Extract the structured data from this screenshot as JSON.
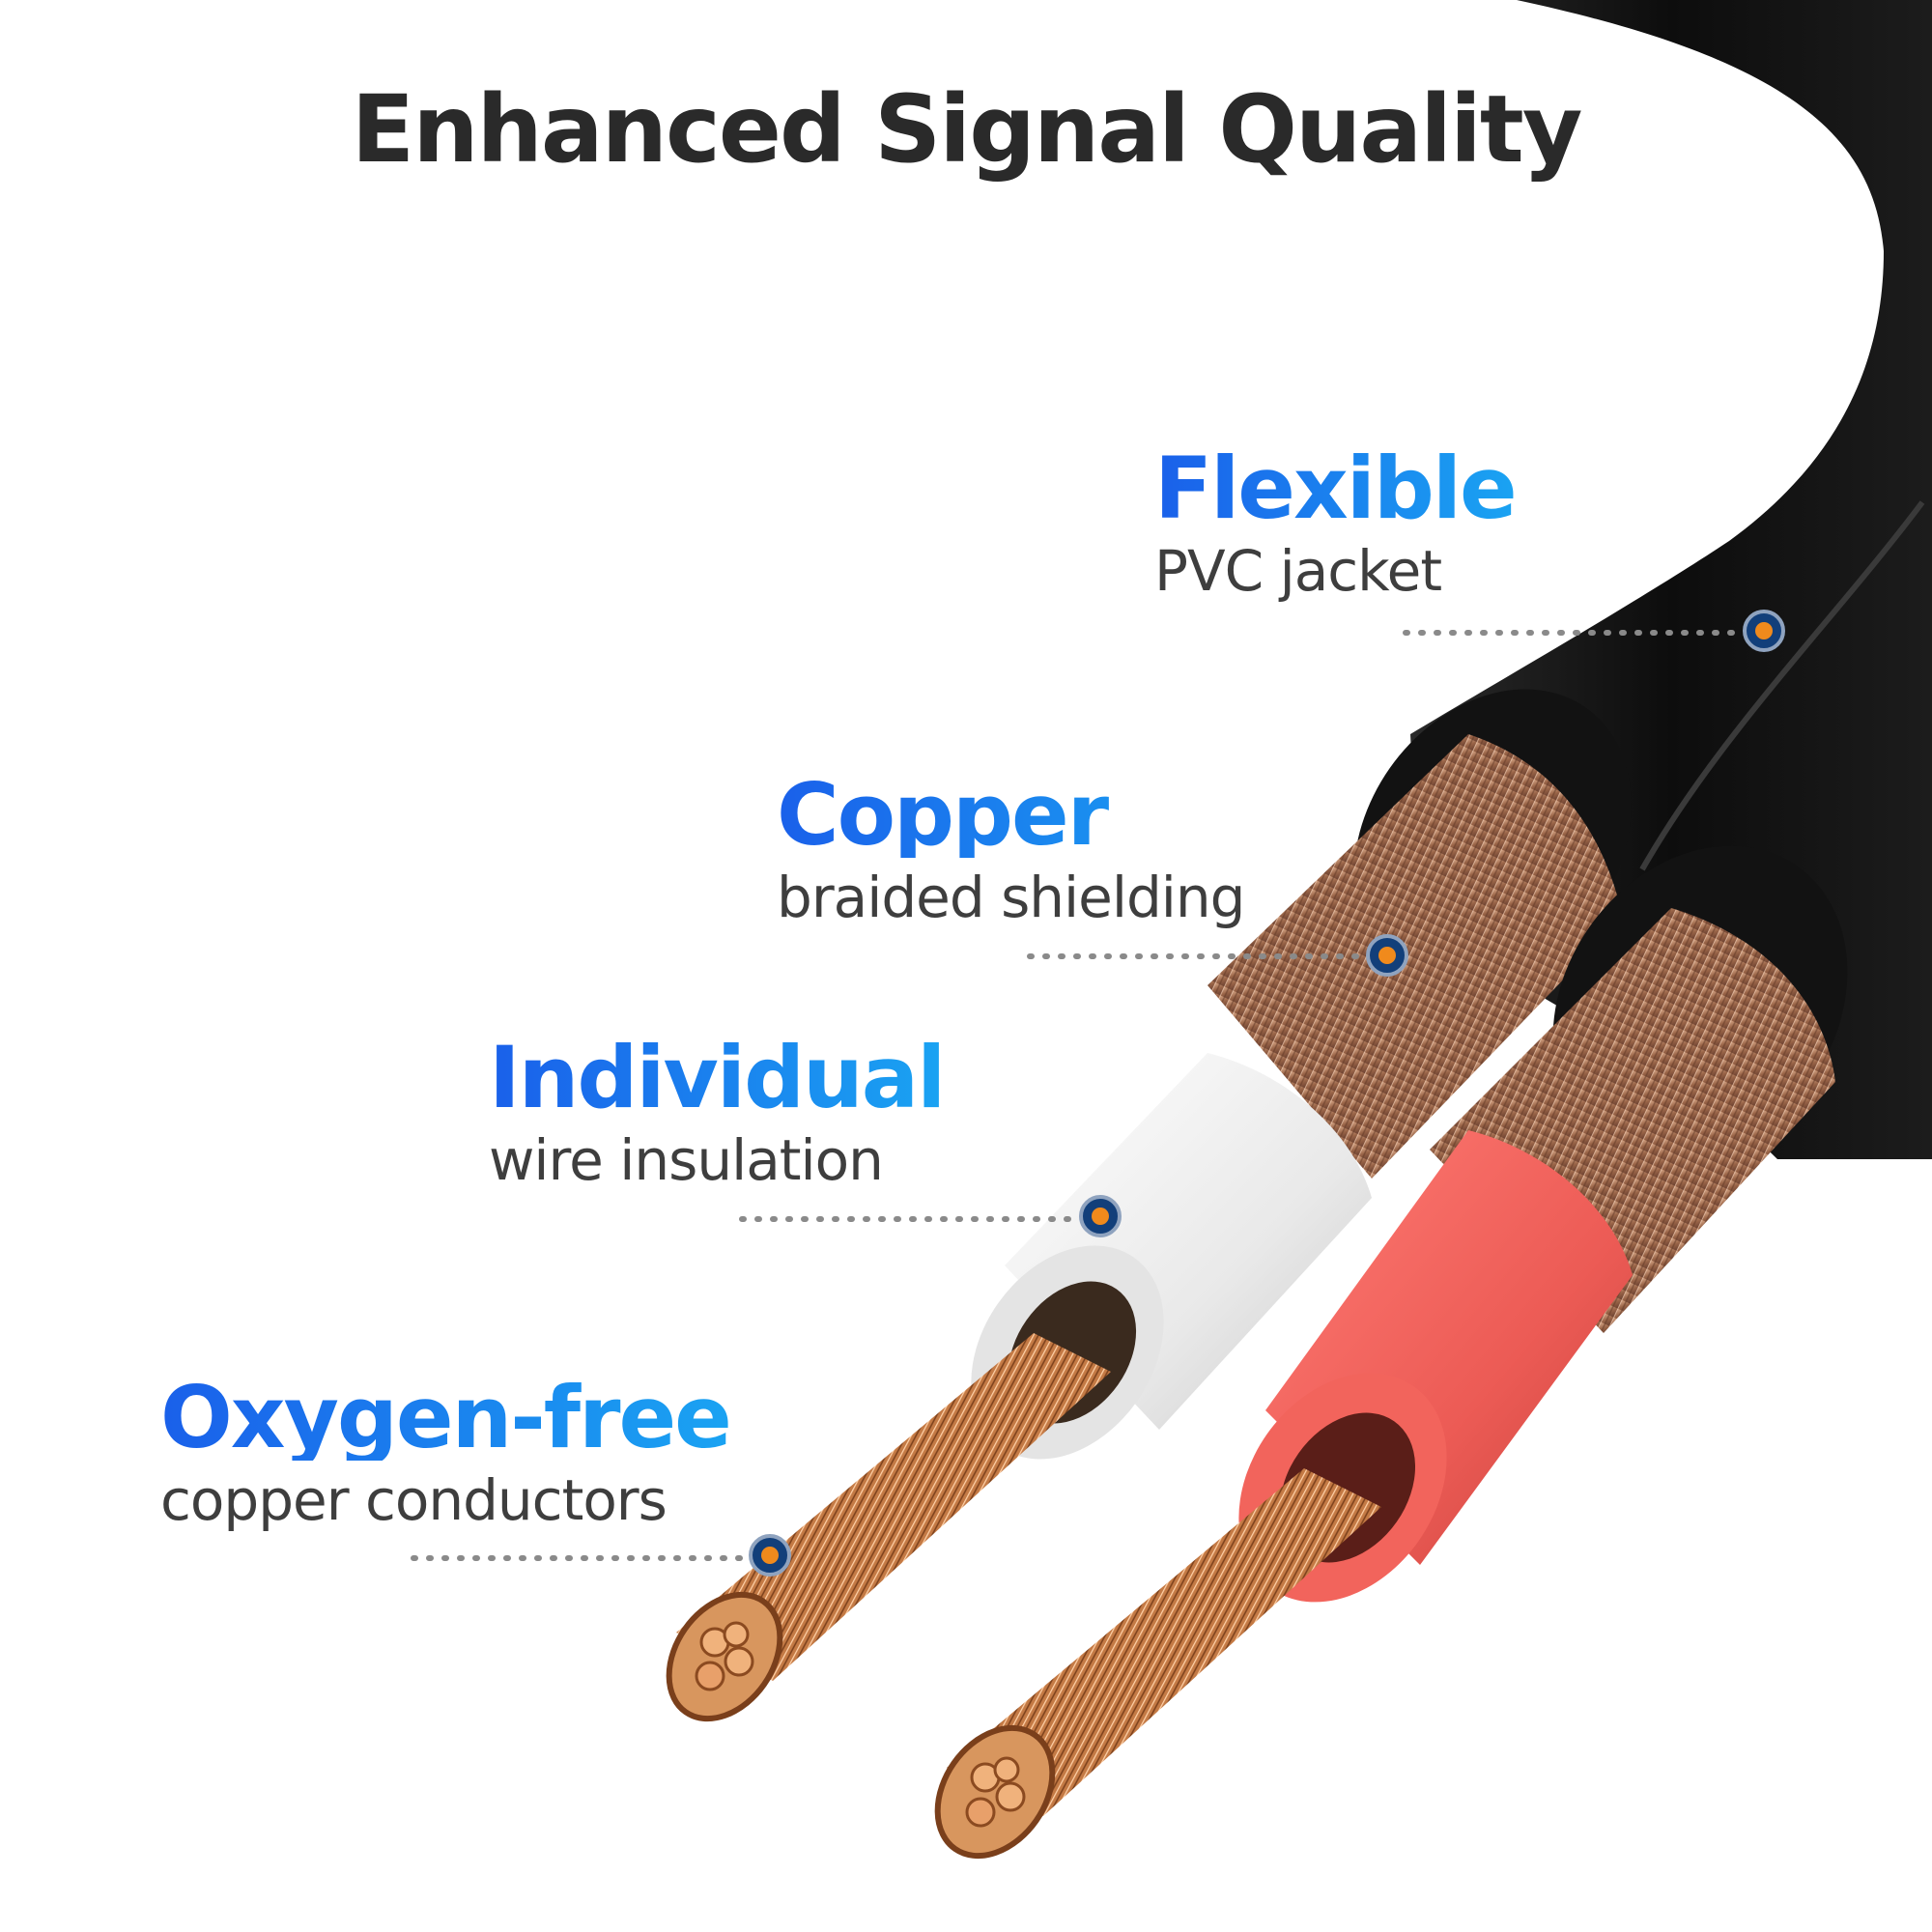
{
  "title": "Enhanced Signal Quality",
  "callouts": [
    {
      "headline": "Flexible",
      "subtitle": "PVC jacket"
    },
    {
      "headline": "Copper",
      "subtitle": "braided shielding"
    },
    {
      "headline": "Individual",
      "subtitle": "wire insulation"
    },
    {
      "headline": "Oxygen-free",
      "subtitle": "copper conductors"
    }
  ],
  "colors": {
    "headline_gradient": [
      "#1a60ea",
      "#1aa3f2"
    ],
    "subtitle": "#3e3e3e",
    "title": "#2a2a2a",
    "jacket": "#141414",
    "copper": "#c07a4a",
    "insulation_white": "#eeeeee",
    "insulation_red": "#ee5d57",
    "marker_ring": "#123f7a",
    "marker_dot": "#f08a1c",
    "leader_line": "#8a8a8a"
  }
}
